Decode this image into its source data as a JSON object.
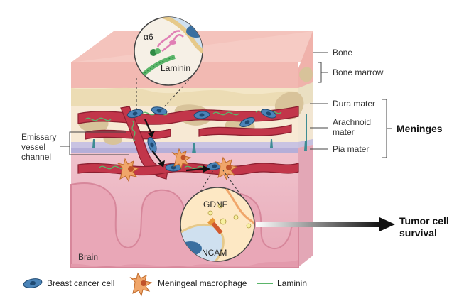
{
  "labels": {
    "bone": "Bone",
    "bone_marrow": "Bone marrow",
    "dura_mater": "Dura mater",
    "arachnoid_line1": "Arachnoid",
    "arachnoid_line2": "mater",
    "pia_mater": "Pia mater",
    "meninges": "Meninges",
    "emissary_line1": "Emissary",
    "emissary_line2": "vessel",
    "emissary_line3": "channel",
    "brain": "Brain",
    "tumor_line1": "Tumor cell",
    "tumor_line2": "survival"
  },
  "inset_top": {
    "alpha6": "α6",
    "laminin": "Laminin"
  },
  "inset_bottom": {
    "gdnf": "GDNF",
    "ncam": "NCAM"
  },
  "legend": {
    "breast_cancer_cell": "Breast cancer cell",
    "meningeal_macrophage": "Meningeal macrophage",
    "laminin": "Laminin"
  },
  "colors": {
    "bone": "#f2b9b2",
    "marrow": "#f3e6c6",
    "marrow_blob": "#d8c39a",
    "dura": "#f7e9d4",
    "arachnoid": "#c9c3e2",
    "pia": "#a89fd0",
    "brain": "#eab4c0",
    "vessel": "#c2364a",
    "cancer_cell": "#3a6fa0",
    "macrophage": "#f0a66a",
    "laminin": "#5bb56a",
    "arrow": "#222222"
  }
}
